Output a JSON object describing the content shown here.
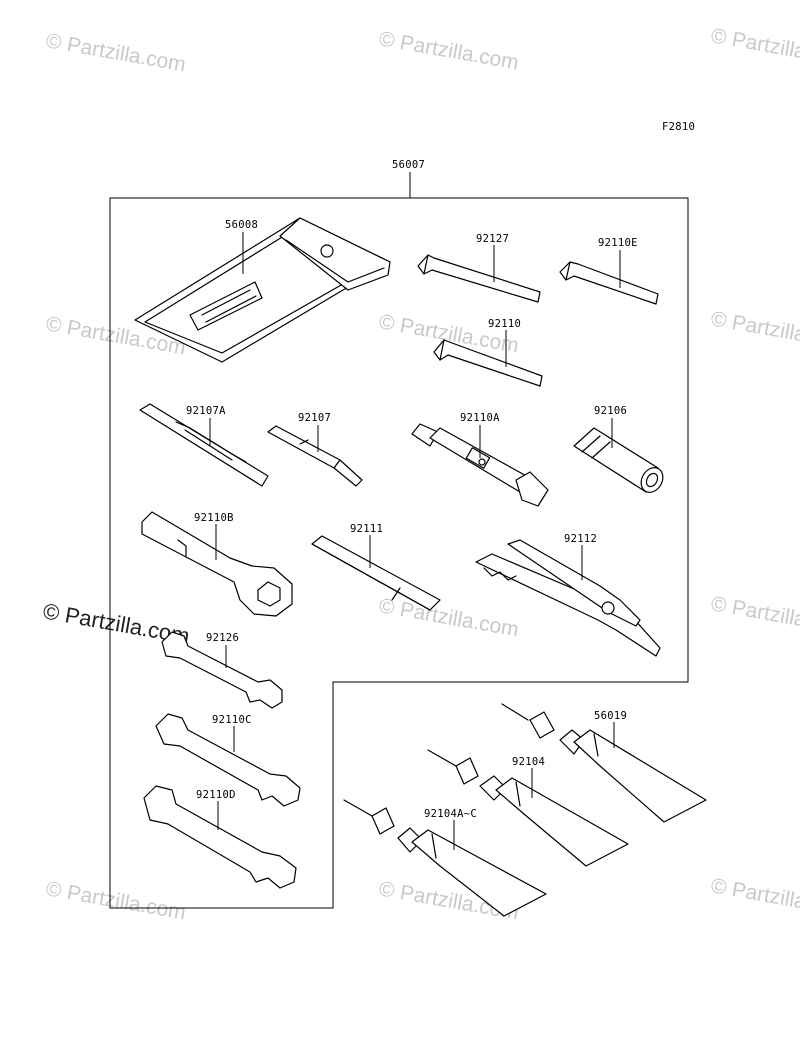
{
  "figure_code": "F2810",
  "watermark": "© Partzilla.com",
  "labels": {
    "p56007": "56007",
    "p56008": "56008",
    "p92127": "92127",
    "p92110E": "92110E",
    "p92110": "92110",
    "p92107A": "92107A",
    "p92107": "92107",
    "p92110A": "92110A",
    "p92106": "92106",
    "p92110B": "92110B",
    "p92111": "92111",
    "p92112": "92112",
    "p92126": "92126",
    "p92110C": "92110C",
    "p92110D": "92110D",
    "p56019": "56019",
    "p92104": "92104",
    "p92104AC": "92104A~C"
  }
}
